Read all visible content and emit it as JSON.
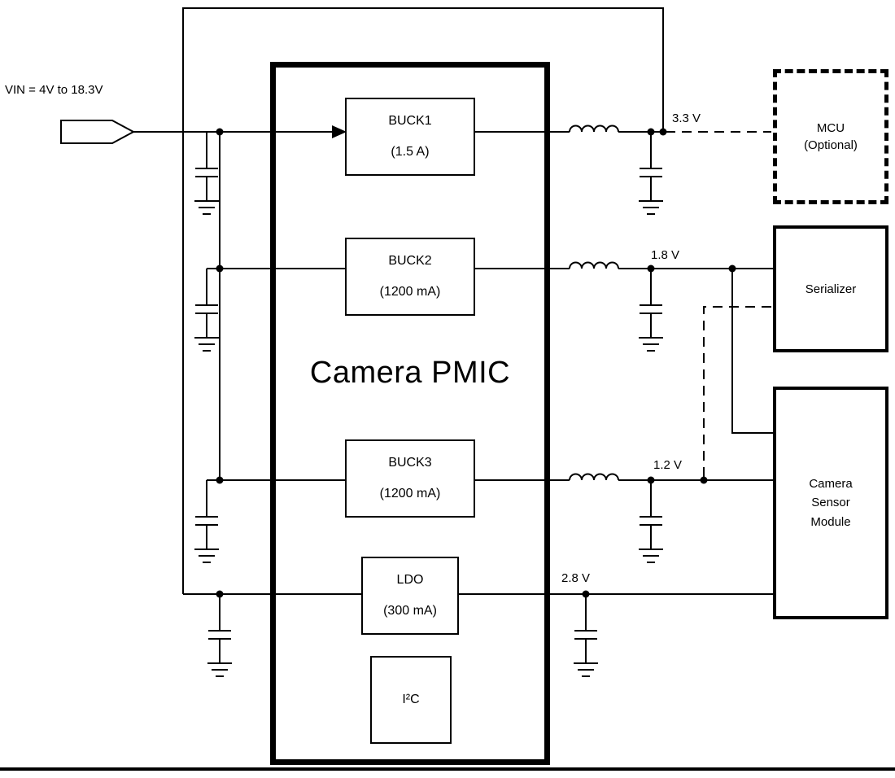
{
  "colors": {
    "wire": "#000000",
    "background": "#ffffff"
  },
  "vin": {
    "label": "VIN = 4V to 18.3V"
  },
  "pmic": {
    "title": "Camera PMIC",
    "buck1": {
      "name": "BUCK1",
      "rating": "(1.5 A)"
    },
    "buck2": {
      "name": "BUCK2",
      "rating": "(1200 mA)"
    },
    "buck3": {
      "name": "BUCK3",
      "rating": "(1200 mA)"
    },
    "ldo": {
      "name": "LDO",
      "rating": "(300 mA)"
    },
    "i2c": {
      "name": "I²C"
    }
  },
  "rails": {
    "buck1_out": "3.3 V",
    "buck2_out": "1.8 V",
    "buck3_out": "1.2 V",
    "ldo_out": "2.8 V"
  },
  "loads": {
    "mcu": {
      "name": "MCU",
      "qualifier": "(Optional)"
    },
    "serializer": {
      "name": "Serializer"
    },
    "camera_sensor": {
      "line1": "Camera",
      "line2": "Sensor",
      "line3": "Module"
    }
  }
}
